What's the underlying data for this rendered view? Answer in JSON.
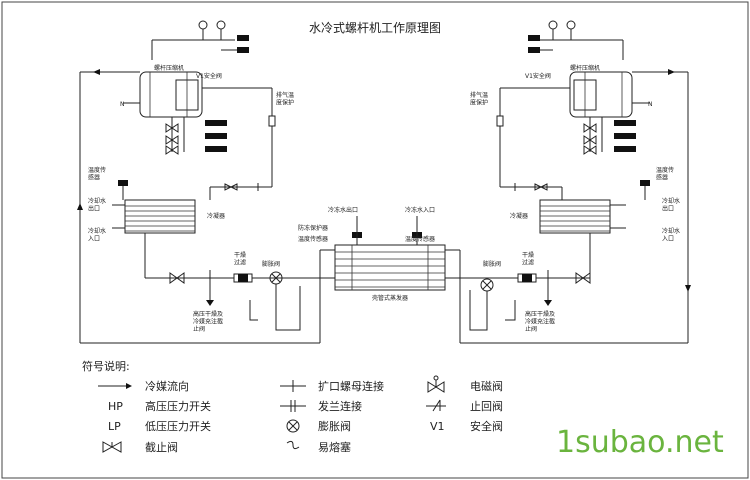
{
  "title": "水冷式螺杆机工作原理图",
  "left": {
    "compressor": "螺杆压缩机",
    "safety_valve": "V1安全阀",
    "exhaust_temp": "排气温\n度保护",
    "temp_sensor": "温度传\n感器",
    "water_out": "冷却水\n出口",
    "water_in": "冷却水\n入口",
    "condenser": "冷凝器",
    "dry_filter": "干燥\n过滤",
    "exp_valve": "膨胀阀",
    "low_press": "高压干燥及\n冷媒充注截\n止阀",
    "antifreeze": "防冻保护器",
    "temp_sensor2": "温度传感器"
  },
  "right": {
    "compressor": "螺杆压缩机",
    "safety_valve": "V1安全阀",
    "exhaust_temp": "排气温\n度保护",
    "temp_sensor": "温度传\n感器",
    "water_out": "冷却水\n出口",
    "water_in": "冷却水\n入口",
    "condenser": "冷凝器",
    "dry_filter": "干燥\n过滤",
    "exp_valve": "膨胀阀",
    "low_press": "高压干燥及\n冷媒充注截\n止阀",
    "temp_sensor2": "温度传感器"
  },
  "center": {
    "chilled_out": "冷冻水出口",
    "chilled_in": "冷冻水入口",
    "evaporator": "壳管式蒸发器"
  },
  "legend": {
    "heading": "符号说明:",
    "items": [
      {
        "sym": "",
        "text": "冷媒流向"
      },
      {
        "sym": "HP",
        "text": "高压压力开关"
      },
      {
        "sym": "LP",
        "text": "低压压力开关"
      },
      {
        "sym": "",
        "text": "截止阀"
      },
      {
        "sym": "",
        "text": "扩口螺母连接"
      },
      {
        "sym": "",
        "text": "发兰连接"
      },
      {
        "sym": "",
        "text": "膨胀阀"
      },
      {
        "sym": "",
        "text": "易熔塞"
      },
      {
        "sym": "",
        "text": "电磁阀"
      },
      {
        "sym": "",
        "text": "止回阀"
      },
      {
        "sym": "V1",
        "text": "安全阀"
      }
    ]
  },
  "watermark": "1subao.net"
}
